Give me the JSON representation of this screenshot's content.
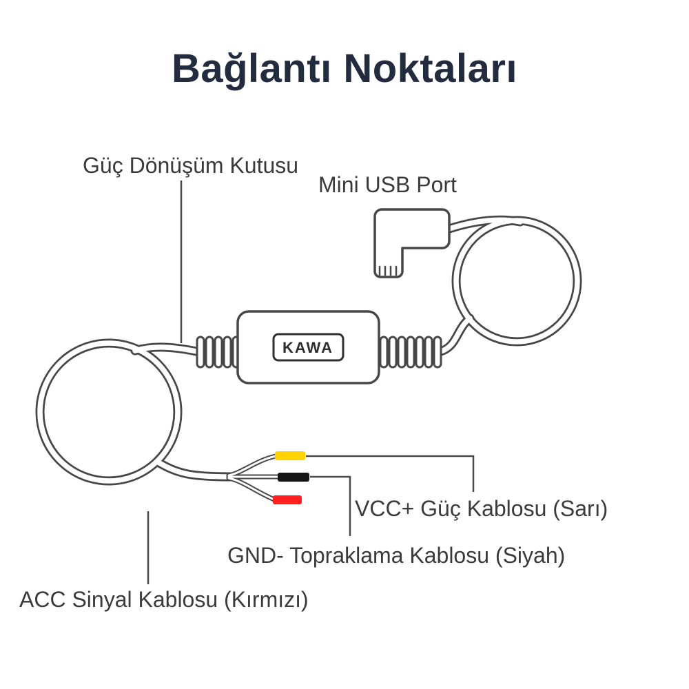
{
  "page": {
    "title": "Bağlantı Noktaları",
    "background": "#ffffff"
  },
  "diagram": {
    "brand": "KAWA",
    "labels": {
      "power_box": "Güç Dönüşüm Kutusu",
      "mini_usb": "Mini USB Port",
      "vcc": "VCC+ Güç Kablosu (Sarı)",
      "gnd": "GND- Topraklama Kablosu (Siyah)",
      "acc": "ACC Sinyal Kablosu (Kırmızı)"
    },
    "colors": {
      "line": "#474747",
      "title_text": "#232b3f",
      "label_text": "#3a3a3a",
      "wire_yellow": "#ffd200",
      "wire_black": "#141414",
      "wire_red": "#ff1f1f"
    }
  }
}
